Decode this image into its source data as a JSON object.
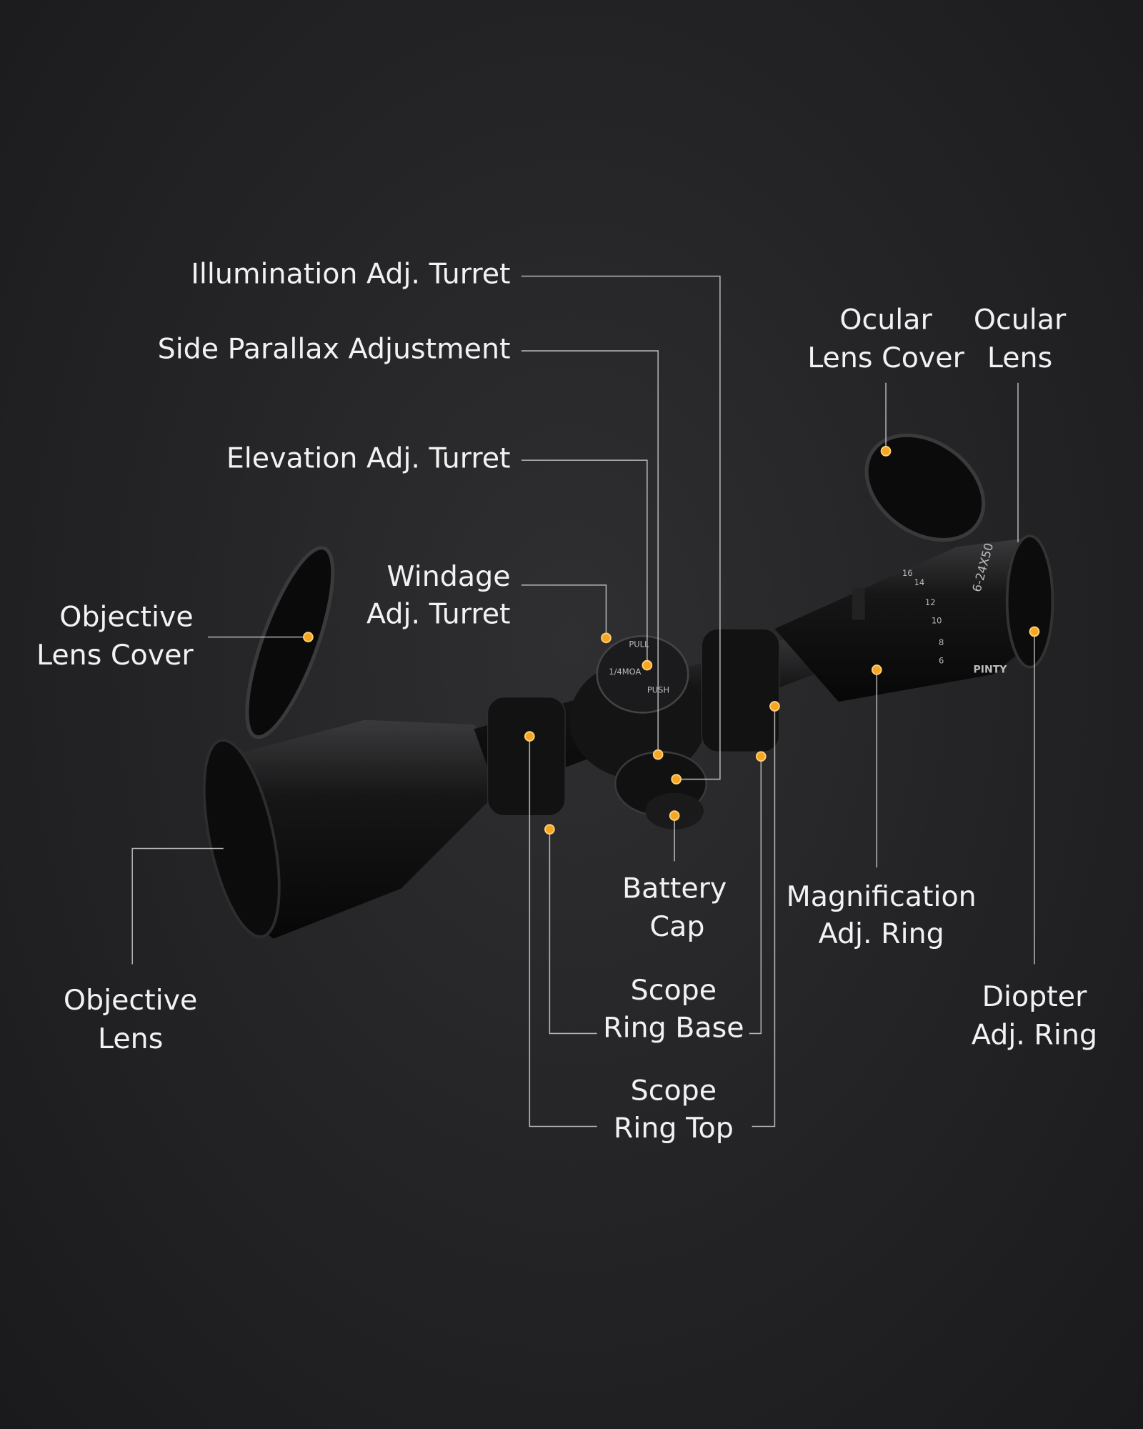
{
  "labels": {
    "illumination": "Illumination Adj. Turret",
    "parallax": "Side Parallax Adjustment",
    "elevation": "Elevation Adj. Turret",
    "windage": [
      "Windage",
      "Adj. Turret"
    ],
    "objective_cover": [
      "Objective",
      "Lens Cover"
    ],
    "ocular_cover": [
      "Ocular",
      "Lens Cover"
    ],
    "ocular_lens": [
      "Ocular",
      "Lens"
    ],
    "objective_lens": [
      "Objective",
      "Lens"
    ],
    "battery_cap": [
      "Battery",
      "Cap"
    ],
    "magnification": [
      "Magnification",
      "Adj. Ring"
    ],
    "diopter": [
      "Diopter",
      "Adj. Ring"
    ],
    "ring_base": [
      "Scope",
      "Ring Base"
    ],
    "ring_top": [
      "Scope",
      "Ring Top"
    ]
  },
  "scope_markings": {
    "model": "6-24X50",
    "brand": "PINTY",
    "turret_pull": "PULL",
    "turret_push": "PUSH",
    "turret_moa": "1/4MOA",
    "mag_numbers": [
      "6",
      "8",
      "10",
      "12",
      "14",
      "16"
    ]
  },
  "colors": {
    "accent": "#f5a623",
    "text": "#f2f2f2",
    "background": "#252527"
  }
}
